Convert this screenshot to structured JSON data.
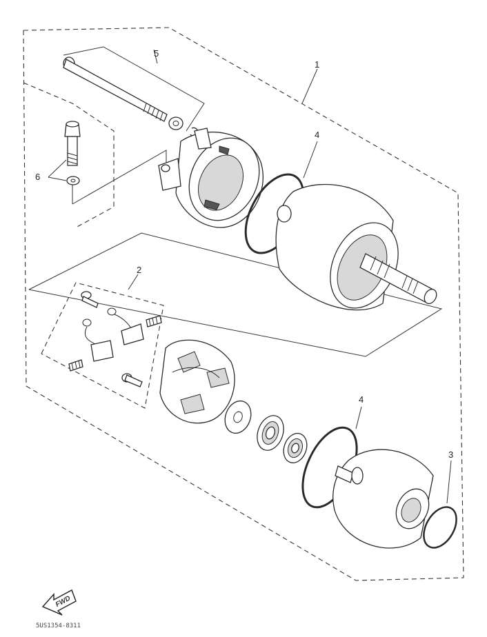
{
  "diagram": {
    "callouts": {
      "c1": "1",
      "c2": "2",
      "c3": "3",
      "c4a": "4",
      "c4b": "4",
      "c5": "5",
      "c6": "6"
    },
    "direction_label": "FWD",
    "part_code": "5US1354-8311"
  }
}
